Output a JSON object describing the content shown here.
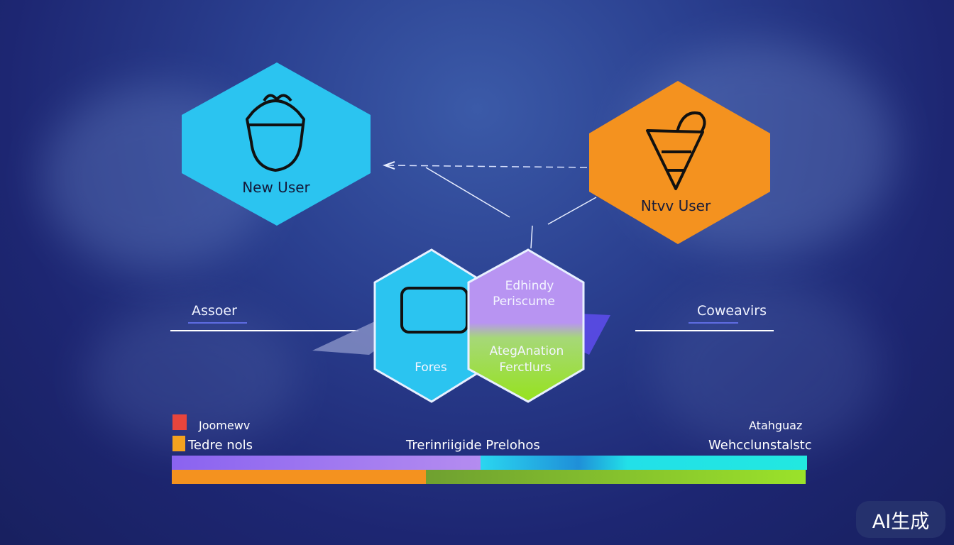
{
  "nodes": {
    "blue_hex_label": "New User",
    "orange_hex_label": "Ntvv User",
    "center_left_label": "Fores",
    "center_right_top_line1": "Edhindy",
    "center_right_top_line2": "Periscume",
    "center_right_bottom_line1": "AtegAnation",
    "center_right_bottom_line2": "Ferctlurs"
  },
  "side_labels": {
    "left": "Assoer",
    "right": "Coweavirs"
  },
  "legend": {
    "item1": "Joomewv",
    "item2": "Tedre nols",
    "center": "Trerinriigide Prelohos",
    "right1": "Atahguaz",
    "right2": "Wehcclunstalstc"
  },
  "colors": {
    "blue": "#2bc4f0",
    "orange": "#f4921f",
    "purple": "#b48cf0",
    "green": "#9be22a",
    "red": "#e8453c",
    "cyan": "#22e0e8"
  },
  "bars": {
    "top_split_fraction": 0.485,
    "bottom_split_fraction": 0.4
  },
  "badge": "AI生成"
}
